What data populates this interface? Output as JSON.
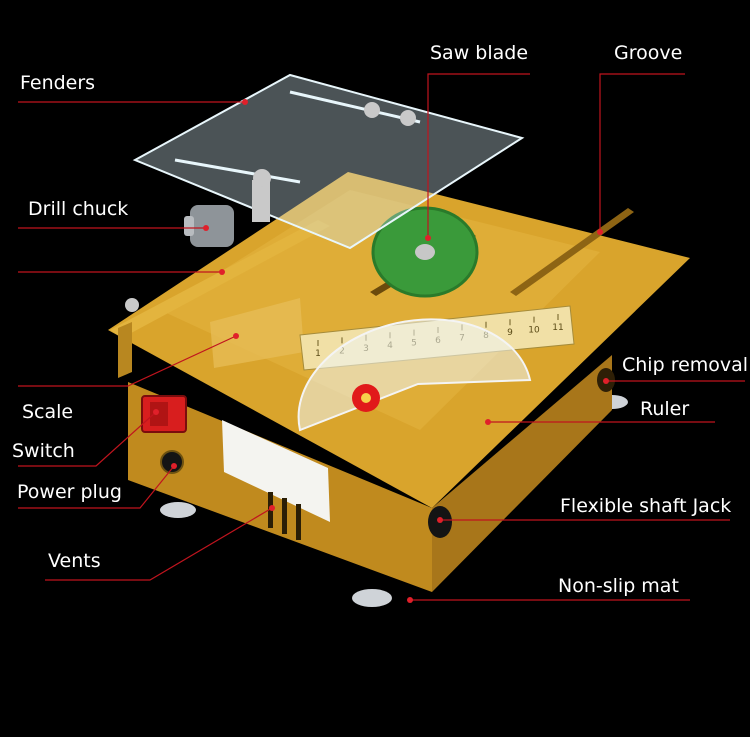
{
  "labels": {
    "fenders": "Fenders",
    "saw_blade": "Saw blade",
    "groove": "Groove",
    "drill_chuck": "Drill chuck",
    "chip_removal": "Chip removal",
    "scale": "Scale",
    "ruler": "Ruler",
    "switch": "Switch",
    "power_plug": "Power plug",
    "flexible_shaft_jack": "Flexible shaft Jack",
    "vents": "Vents",
    "non_slip_mat": "Non-slip mat"
  },
  "ruler_ticks": [
    "1",
    "2",
    "3",
    "4",
    "5",
    "6",
    "7",
    "8",
    "9",
    "10",
    "11"
  ],
  "colors": {
    "background": "#000000",
    "leader_line": "#c0141e",
    "marker_dot": "#e0202a",
    "machine_top": "#d9a42c",
    "machine_side": "#c08a1e",
    "switch": "#d81e1e"
  }
}
